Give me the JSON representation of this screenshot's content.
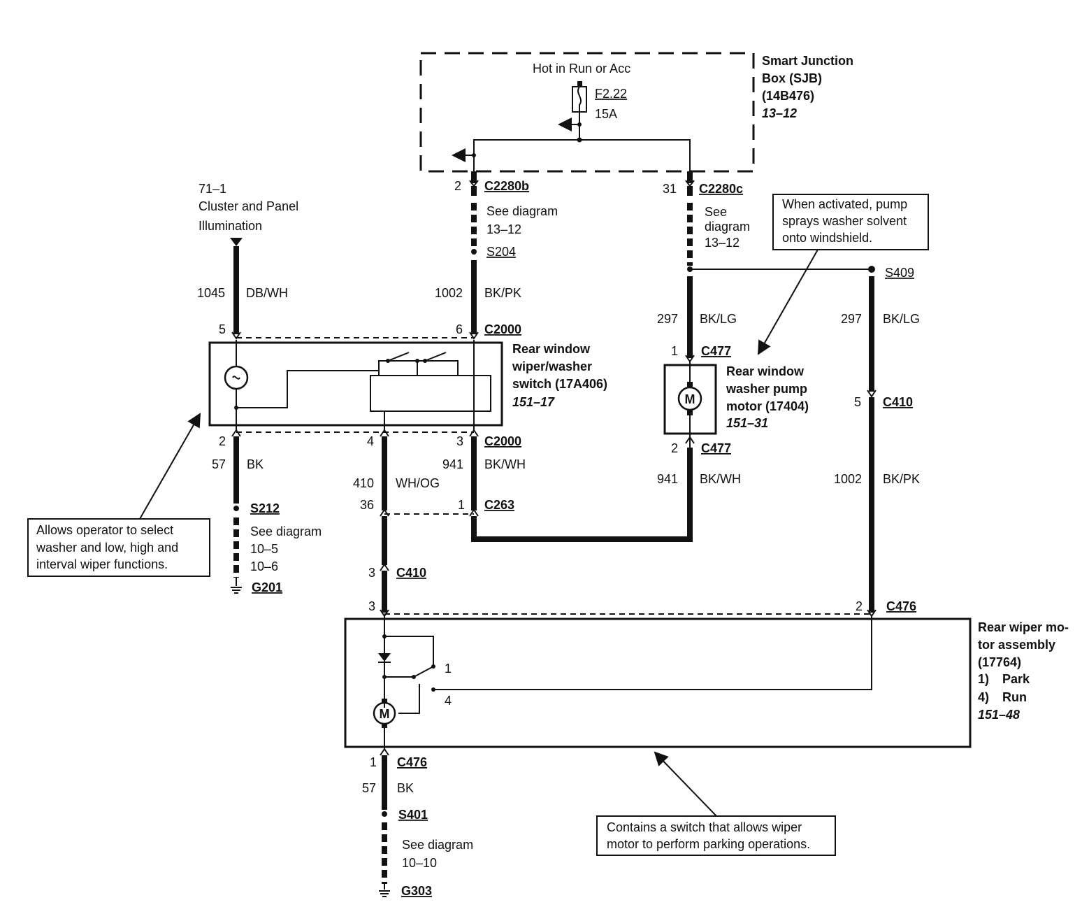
{
  "sjb": {
    "title_1": "Smart Junction",
    "title_2": "Box (SJB)",
    "part": "(14B476)",
    "ref": "13–12",
    "hot_label": "Hot in Run or Acc",
    "fuse_id": "F2.22",
    "fuse_rating": "15A"
  },
  "connectors": {
    "c2280b": {
      "pin": "2",
      "name": "C2280b"
    },
    "c2280c": {
      "pin": "31",
      "name": "C2280c"
    },
    "s204": "S204",
    "s409": "S409",
    "c2000_top_left": {
      "pin": "5"
    },
    "c2000_top_right": {
      "pin": "6",
      "name": "C2000"
    },
    "c2000_bottom": [
      {
        "pin": "2"
      },
      {
        "pin": "4"
      },
      {
        "pin": "3",
        "name": "C2000"
      }
    ],
    "c477_top": {
      "pin": "1",
      "name": "C477"
    },
    "c477_bottom": {
      "pin": "2",
      "name": "C477"
    },
    "c410_right": {
      "pin": "5",
      "name": "C410"
    },
    "c263": {
      "left_pin": "36",
      "right_pin": "1",
      "name": "C263"
    },
    "s212": "S212",
    "g201": "G201",
    "c410_left": {
      "pin": "3",
      "name": "C410"
    },
    "c476_top": {
      "left_pin": "3",
      "right_pin": "2",
      "name": "C476"
    },
    "c476_bottom": {
      "pin": "1",
      "name": "C476"
    },
    "s401": "S401",
    "g303": "G303"
  },
  "circuits": {
    "c1045": {
      "num": "1045",
      "color": "DB/WH"
    },
    "c1002_top": {
      "num": "1002",
      "color": "BK/PK"
    },
    "c297_left": {
      "num": "297",
      "color": "BK/LG"
    },
    "c297_right": {
      "num": "297",
      "color": "BK/LG"
    },
    "c57_left": {
      "num": "57",
      "color": "BK"
    },
    "c410": {
      "num": "410",
      "color": "WH/OG"
    },
    "c941_switch": {
      "num": "941",
      "color": "BK/WH"
    },
    "c941_pump": {
      "num": "941",
      "color": "BK/WH"
    },
    "c1002_right": {
      "num": "1002",
      "color": "BK/PK"
    },
    "c57_bottom": {
      "num": "57",
      "color": "BK"
    }
  },
  "see_diagram": {
    "sd_1312_a": {
      "line1": "See diagram",
      "line2": "13–12"
    },
    "sd_1312_b": {
      "line1": "See",
      "line2": "diagram",
      "line3": "13–12"
    },
    "sd_105": {
      "line1": "See diagram",
      "line2": "10–5",
      "line3": "10–6"
    },
    "sd_1010": {
      "line1": "See diagram",
      "line2": "10–10"
    }
  },
  "illumination": {
    "ref": "71–1",
    "line1": "Cluster and Panel",
    "line2": "Illumination"
  },
  "components": {
    "switch": {
      "line1": "Rear window",
      "line2": "wiper/washer",
      "line3": "switch (17A406)",
      "ref": "151–17"
    },
    "pump": {
      "line1": "Rear window",
      "line2": "washer pump",
      "line3": "motor (17404)",
      "ref": "151–31",
      "motor_symbol": "M"
    },
    "wiper": {
      "line1": "Rear wiper mo-",
      "line2": "tor assembly",
      "line3": "(17764)",
      "park_num": "1)",
      "park_label": "Park",
      "run_num": "4)",
      "run_label": "Run",
      "ref": "151–48",
      "motor_symbol": "M",
      "contact_1": "1",
      "contact_4": "4"
    }
  },
  "notes": {
    "pump_note": [
      "When activated, pump",
      "sprays washer solvent",
      "onto windshield."
    ],
    "switch_note": [
      "Allows operator to select",
      "washer and low, high and",
      "interval wiper functions."
    ],
    "wiper_note": [
      "Contains a switch that allows wiper",
      "motor to perform parking operations."
    ]
  },
  "colors": {
    "ink": "#111111",
    "paper": "#ffffff"
  }
}
